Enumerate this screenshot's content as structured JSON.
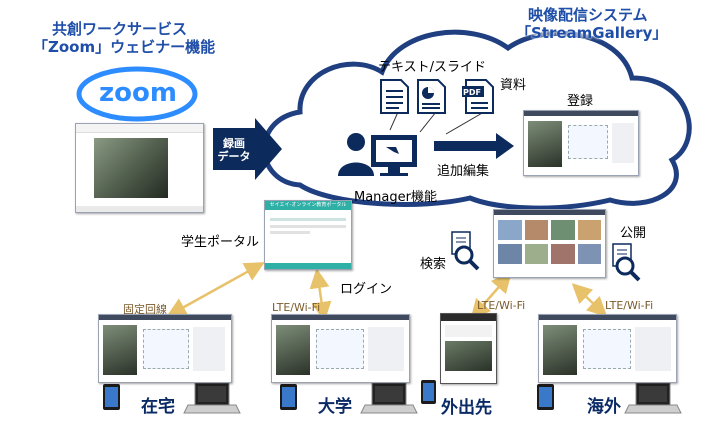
{
  "titles": {
    "zoom_line1": "共創ワークサービス",
    "zoom_line2": "「Zoom」ウェビナー機能",
    "stream_line1": "映像配信システム",
    "stream_line2": "「StreamGallery」"
  },
  "zoom_logo": "zoom",
  "cloud": {
    "materials_label": "テキスト/スライド",
    "shiryou_label": "資料",
    "pdf_tag": "PDF",
    "manager_label": "Manager機能",
    "edit_label": "追加編集",
    "register_label": "登録",
    "record_arrow_line1": "録画",
    "record_arrow_line2": "データ"
  },
  "middle": {
    "portal_label": "学生ポータル",
    "login_label": "ログイン",
    "search_label": "検索",
    "publish_label": "公開",
    "portal_header": "セイエイ-オンライン教育ポータル"
  },
  "bottom": {
    "home": {
      "net": "固定回線",
      "place": "在宅"
    },
    "univ": {
      "net": "LTE/Wi-Fi",
      "place": "大学"
    },
    "out": {
      "net": "LTE/Wi-Fi",
      "place": "外出先"
    },
    "abroad": {
      "net": "LTE/Wi-Fi",
      "place": "海外"
    }
  },
  "colors": {
    "title_blue": "#1f4ea8",
    "zoom_blue": "#2d8cff",
    "arrow_navy": "#0d2a5c",
    "connector_gold": "#e8c26a",
    "cloud_border": "#1f3f80",
    "portal_teal": "#2fb0a6"
  }
}
